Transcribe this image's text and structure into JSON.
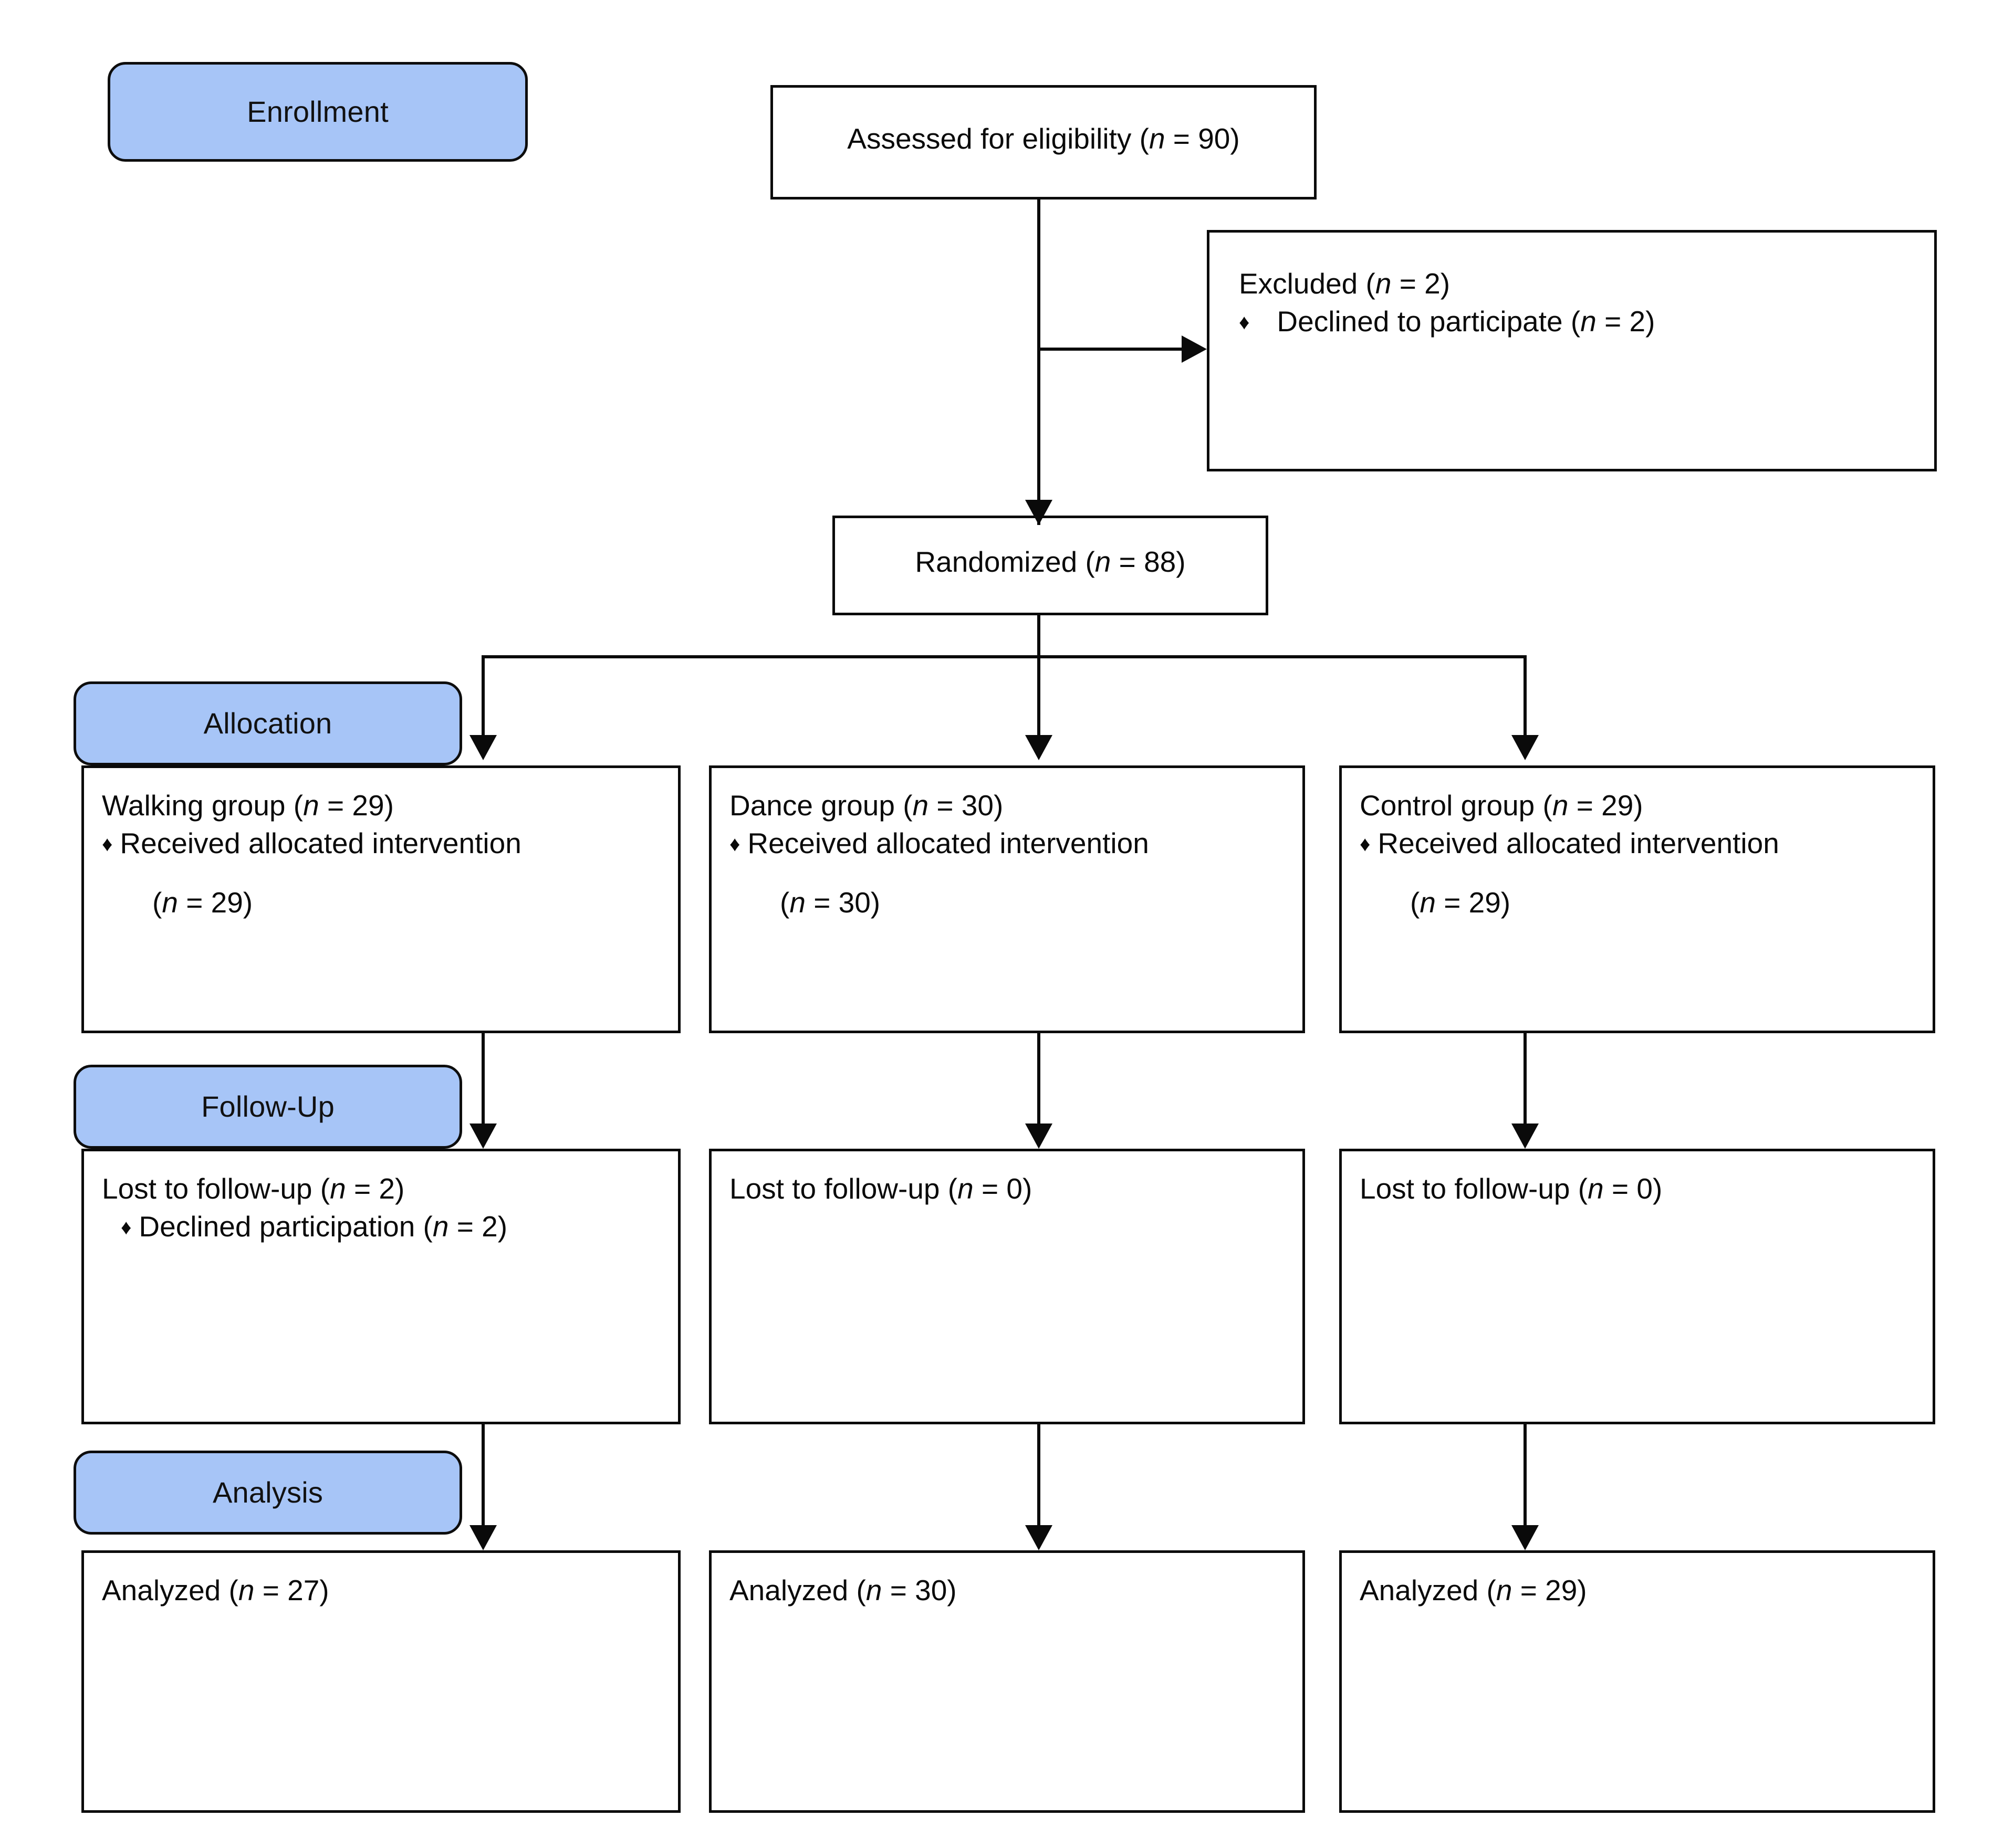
{
  "diagram": {
    "title": "CONSORT participant flow diagram",
    "accent_color": "#a7c5f7",
    "line_color": "#0a0a0a",
    "bullet_glyph": "♦"
  },
  "phases": {
    "enrollment": "Enrollment",
    "allocation": "Allocation",
    "followup": "Follow-Up",
    "analysis": "Analysis"
  },
  "enrollment": {
    "assessed": {
      "text_prefix": "Assessed for eligibility (",
      "n_symbol": "n",
      "text_suffix": " = 90)"
    },
    "excluded": {
      "heading_prefix": "Excluded (",
      "heading_n": "n",
      "heading_suffix": " = 2)",
      "reason_prefix": "Declined to participate (",
      "reason_n": "n",
      "reason_suffix": " = 2)"
    },
    "randomized": {
      "text_prefix": "Randomized (",
      "n_symbol": "n",
      "text_suffix": " = 88)"
    }
  },
  "allocation": {
    "walking": {
      "title_prefix": "Walking group (",
      "title_n": "n",
      "title_suffix": " = 29)",
      "received_label": "Received allocated intervention",
      "received_count_prefix": "(",
      "received_count_n": "n",
      "received_count_suffix": " = 29)"
    },
    "dance": {
      "title_prefix": "Dance group (",
      "title_n": "n",
      "title_suffix": " = 30)",
      "received_label": "Received allocated intervention",
      "received_count_prefix": "(",
      "received_count_n": "n",
      "received_count_suffix": " = 30)"
    },
    "control": {
      "title_prefix": "Control group (",
      "title_n": "n",
      "title_suffix": " = 29)",
      "received_label": "Received allocated intervention",
      "received_count_prefix": "(",
      "received_count_n": "n",
      "received_count_suffix": " = 29)"
    }
  },
  "followup": {
    "walking": {
      "lost_prefix": "Lost to follow-up (",
      "lost_n": "n",
      "lost_suffix": " = 2)",
      "reason_prefix": "Declined participation (",
      "reason_n": "n",
      "reason_suffix": " = 2)"
    },
    "dance": {
      "lost_prefix": "Lost to follow-up (",
      "lost_n": "n",
      "lost_suffix": " = 0)"
    },
    "control": {
      "lost_prefix": "Lost to follow-up (",
      "lost_n": "n",
      "lost_suffix": " = 0)"
    }
  },
  "analysis": {
    "walking": {
      "analyzed_prefix": "Analyzed (",
      "analyzed_n": "n",
      "analyzed_suffix": " = 27)"
    },
    "dance": {
      "analyzed_prefix": "Analyzed (",
      "analyzed_n": "n",
      "analyzed_suffix": " = 30)"
    },
    "control": {
      "analyzed_prefix": "Analyzed (",
      "analyzed_n": "n",
      "analyzed_suffix": " = 29)"
    }
  },
  "chart_data": {
    "type": "table",
    "title": "CONSORT flow: participant counts",
    "nodes": [
      {
        "id": "assessed",
        "label": "Assessed for eligibility",
        "n": 90
      },
      {
        "id": "excluded",
        "label": "Excluded",
        "n": 2
      },
      {
        "id": "declined_excl",
        "label": "Declined to participate",
        "n": 2
      },
      {
        "id": "randomized",
        "label": "Randomized",
        "n": 88
      },
      {
        "id": "alloc_walking",
        "label": "Walking group",
        "n": 29
      },
      {
        "id": "alloc_dance",
        "label": "Dance group",
        "n": 30
      },
      {
        "id": "alloc_control",
        "label": "Control group",
        "n": 29
      },
      {
        "id": "recv_walking",
        "label": "Received allocated intervention (Walking)",
        "n": 29
      },
      {
        "id": "recv_dance",
        "label": "Received allocated intervention (Dance)",
        "n": 30
      },
      {
        "id": "recv_control",
        "label": "Received allocated intervention (Control)",
        "n": 29
      },
      {
        "id": "lost_walking",
        "label": "Lost to follow-up (Walking)",
        "n": 2
      },
      {
        "id": "lost_walking_reason",
        "label": "Declined participation (Walking)",
        "n": 2
      },
      {
        "id": "lost_dance",
        "label": "Lost to follow-up (Dance)",
        "n": 0
      },
      {
        "id": "lost_control",
        "label": "Lost to follow-up (Control)",
        "n": 0
      },
      {
        "id": "analyzed_walking",
        "label": "Analyzed (Walking)",
        "n": 27
      },
      {
        "id": "analyzed_dance",
        "label": "Analyzed (Dance)",
        "n": 30
      },
      {
        "id": "analyzed_control",
        "label": "Analyzed (Control)",
        "n": 29
      }
    ],
    "edges": [
      [
        "assessed",
        "excluded"
      ],
      [
        "assessed",
        "randomized"
      ],
      [
        "randomized",
        "alloc_walking"
      ],
      [
        "randomized",
        "alloc_dance"
      ],
      [
        "randomized",
        "alloc_control"
      ],
      [
        "alloc_walking",
        "lost_walking"
      ],
      [
        "alloc_dance",
        "lost_dance"
      ],
      [
        "alloc_control",
        "lost_control"
      ],
      [
        "lost_walking",
        "analyzed_walking"
      ],
      [
        "lost_dance",
        "analyzed_dance"
      ],
      [
        "lost_control",
        "analyzed_control"
      ]
    ],
    "phases": [
      "Enrollment",
      "Allocation",
      "Follow-Up",
      "Analysis"
    ]
  }
}
